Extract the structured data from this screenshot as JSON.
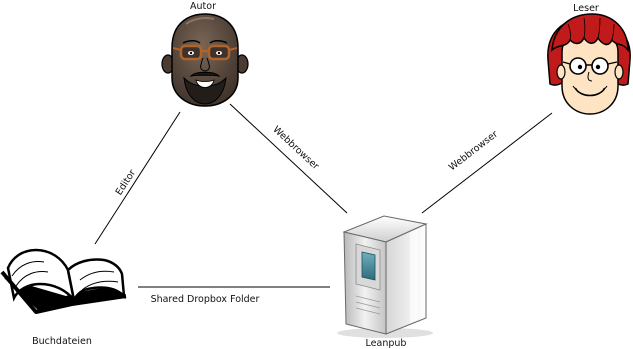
{
  "nodes": {
    "author": {
      "label": "Autor",
      "icon": "author-face-icon"
    },
    "reader": {
      "label": "Leser",
      "icon": "reader-face-icon"
    },
    "book_files": {
      "label": "Buchdateien",
      "icon": "open-book-icon"
    },
    "leanpub": {
      "label": "Leanpub",
      "icon": "server-tower-icon"
    }
  },
  "edges": {
    "author_book": {
      "label": "Editor"
    },
    "author_leanpub": {
      "label": "Webbrowser"
    },
    "reader_leanpub": {
      "label": "Webbrowser"
    },
    "book_leanpub": {
      "label": "Shared Dropbox Folder"
    }
  },
  "colors": {
    "line": "#000000",
    "author_skin": "#5a4a3e",
    "author_beard": "#2a2420",
    "author_glasses": "#b0642a",
    "reader_hair": "#c01a1a",
    "reader_skin": "#ffe4c4",
    "server_body": "#e6e6e6",
    "server_panel": "#4f8fa0"
  }
}
